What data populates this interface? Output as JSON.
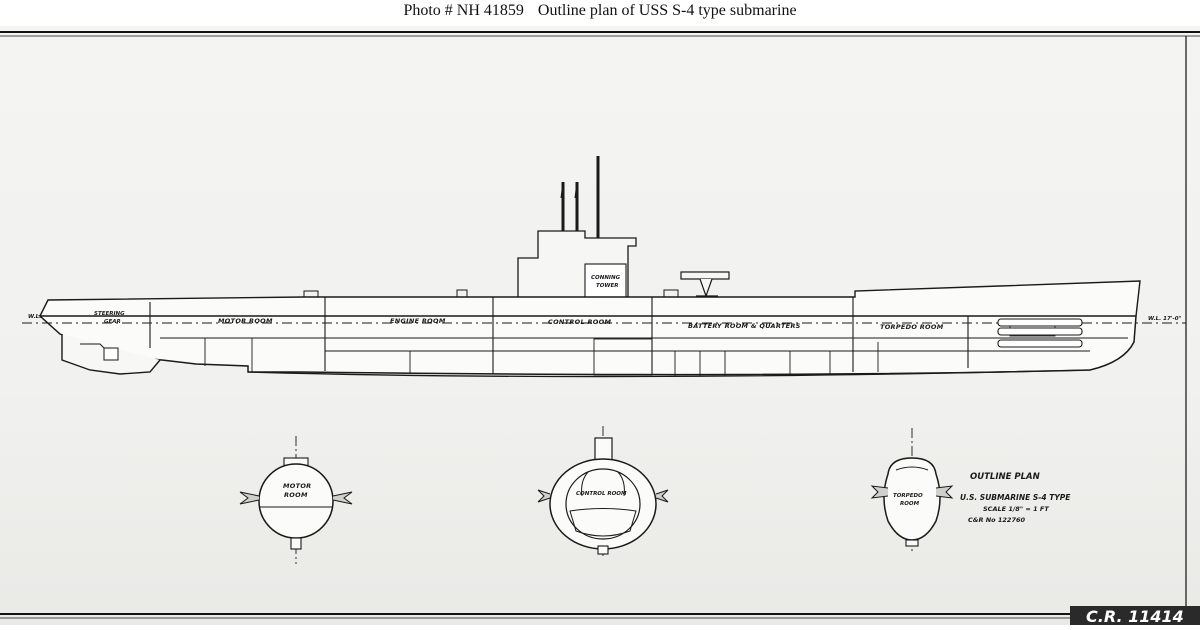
{
  "caption": {
    "photo_no": "Photo # NH 41859",
    "title": "Outline plan of USS S-4 type submarine"
  },
  "profile": {
    "waterline_left": "W.L.",
    "waterline_right": "W.L. 17'-0\"",
    "compartments": {
      "steering_gear": [
        "STEERING",
        "GEAR"
      ],
      "motor_room": "MOTOR ROOM",
      "engine_room": "ENGINE ROOM",
      "control_room": "CONTROL ROOM",
      "battery_room": "BATTERY ROOM & QUARTERS",
      "torpedo_room": "TORPEDO ROOM",
      "conning_tower": [
        "CONNING",
        "TOWER"
      ]
    }
  },
  "sections": {
    "motor_room": [
      "MOTOR",
      "ROOM"
    ],
    "control_room": "CONTROL ROOM",
    "torpedo_room": [
      "TORPEDO",
      "ROOM"
    ]
  },
  "title_block": {
    "heading": "OUTLINE PLAN",
    "vessel": "U.S. SUBMARINE S-4 TYPE",
    "scale": "SCALE 1/8\" = 1 FT",
    "number": "C&R No 122760"
  },
  "corner_mark": "C.R. 11414"
}
